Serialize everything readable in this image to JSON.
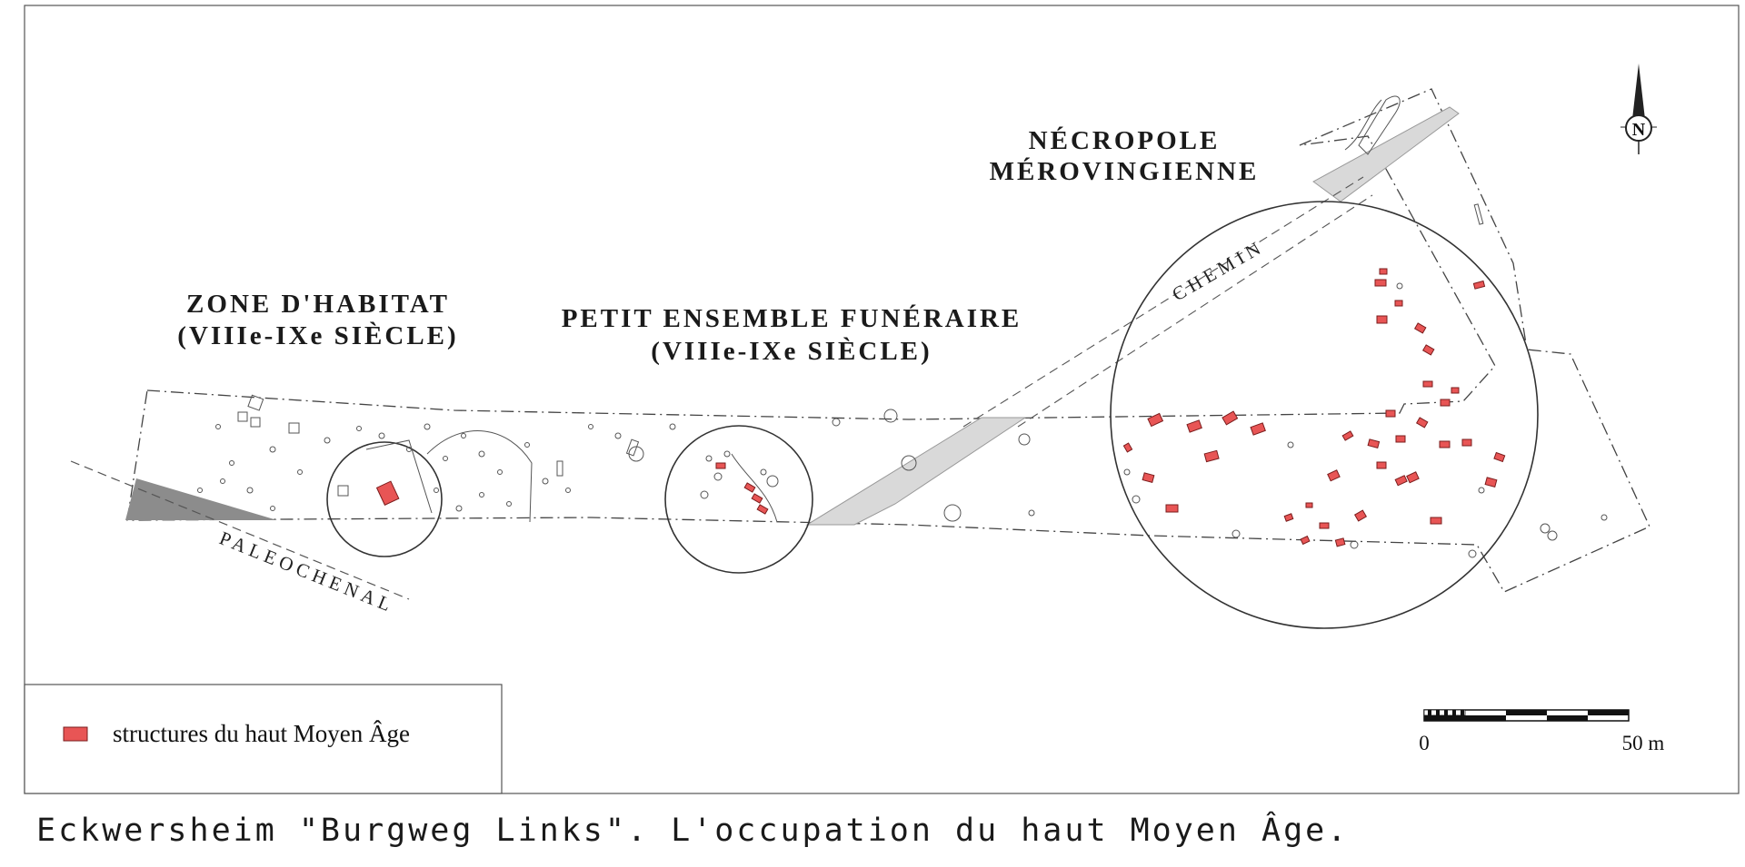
{
  "zones": {
    "habitat": {
      "line1": "ZONE D'HABITAT",
      "line2": "(VIIIe-IXe SIÈCLE)"
    },
    "funeraire": {
      "line1": "PETIT ENSEMBLE FUNÉRAIRE",
      "line2": "(VIIIe-IXe SIÈCLE)"
    },
    "necropole": {
      "line1": "NÉCROPOLE",
      "line2": "MÉROVINGIENNE"
    }
  },
  "labels": {
    "paleochenal": "PALEOCHENAL",
    "chemin": "CHEMIN"
  },
  "north_arrow": {
    "letter": "N"
  },
  "legend": {
    "label": "structures du haut Moyen Âge",
    "swatch_color": "#e85555"
  },
  "scale_bar": {
    "start_label": "0",
    "end_label": "50 m"
  },
  "caption": "Eckwersheim \"Burgweg Links\". L'occupation du haut Moyen Âge.",
  "colors": {
    "structure_fill": "#e85555",
    "shaded_area": "#d9d9d9",
    "dark_wedge": "#8c8c8c"
  }
}
